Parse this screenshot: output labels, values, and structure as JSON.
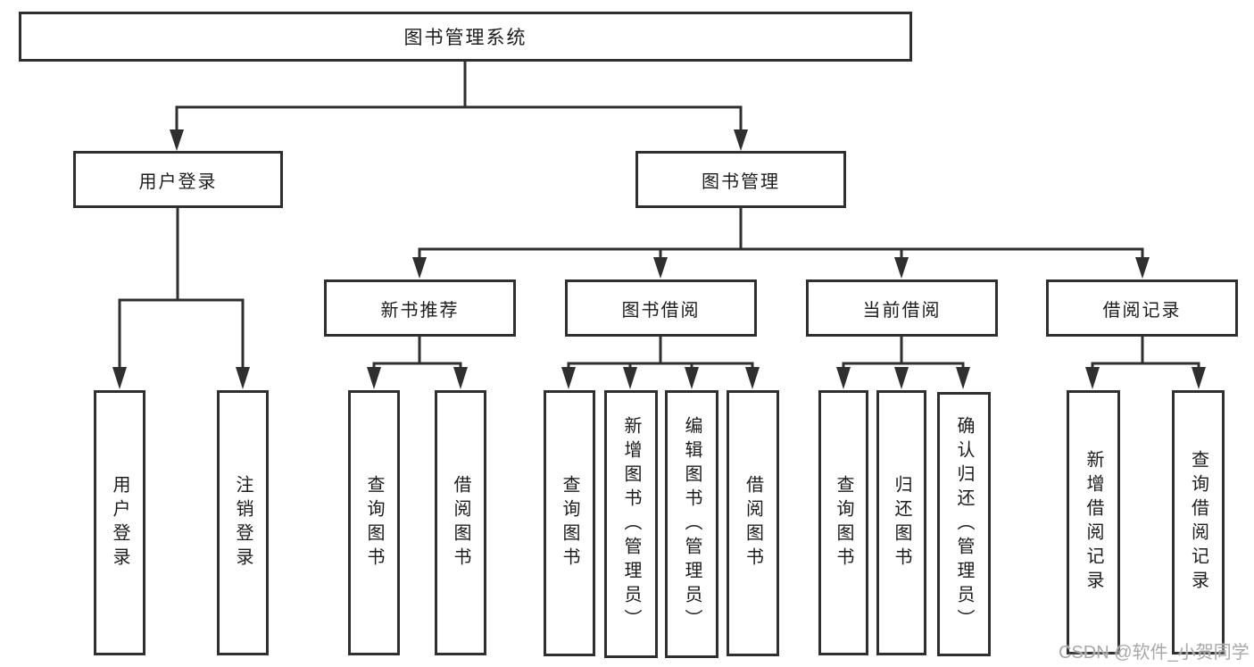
{
  "diagram": {
    "type": "hierarchy",
    "colors": {
      "line": "#2f2f2f",
      "border": "#2f2f2f",
      "text": "#1c1c1c",
      "background": "#ffffff",
      "watermark": "#a8a8a8"
    },
    "tree": {
      "root": {
        "label": "图书管理系统",
        "children": [
          {
            "label": "用户登录",
            "children": [
              {
                "label": "用户登录"
              },
              {
                "label": "注销登录"
              }
            ]
          },
          {
            "label": "图书管理",
            "children": [
              {
                "label": "新书推荐",
                "children": [
                  {
                    "label": "查询图书"
                  },
                  {
                    "label": "借阅图书"
                  }
                ]
              },
              {
                "label": "图书借阅",
                "children": [
                  {
                    "label": "查询图书"
                  },
                  {
                    "label": "新增图书（管理员）"
                  },
                  {
                    "label": "编辑图书（管理员）"
                  },
                  {
                    "label": "借阅图书"
                  }
                ]
              },
              {
                "label": "当前借阅",
                "children": [
                  {
                    "label": "查询图书"
                  },
                  {
                    "label": "归还图书"
                  },
                  {
                    "label": "确认归还（管理员）"
                  }
                ]
              },
              {
                "label": "借阅记录",
                "children": [
                  {
                    "label": "新增借阅记录"
                  },
                  {
                    "label": "查询借阅记录"
                  }
                ]
              }
            ]
          }
        ]
      }
    }
  },
  "watermark": "CSDN @软件_小贺同学"
}
